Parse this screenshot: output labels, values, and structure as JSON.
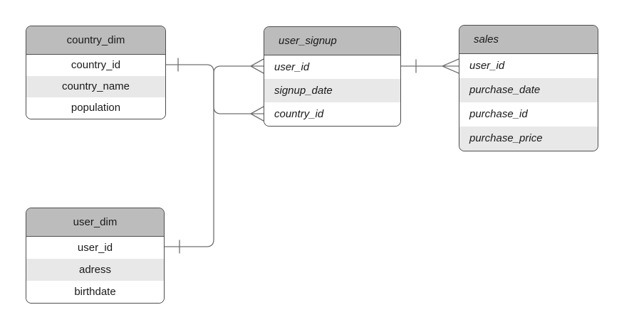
{
  "diagram": {
    "type": "entity-relationship",
    "tables": {
      "country_dim": {
        "title": "country_dim",
        "rows": [
          "country_id",
          "country_name",
          "population"
        ]
      },
      "user_signup": {
        "title": "user_signup",
        "rows": [
          "user_id",
          "signup_date",
          "country_id"
        ]
      },
      "sales": {
        "title": "sales",
        "rows": [
          "user_id",
          "purchase_date",
          "purchase_id",
          "purchase_price"
        ]
      },
      "user_dim": {
        "title": "user_dim",
        "rows": [
          "user_id",
          "adress",
          "birthdate"
        ]
      }
    },
    "relationships": [
      {
        "from": "country_dim.country_id",
        "to": "user_signup.country_id",
        "from_cardinality": "one",
        "to_cardinality": "many"
      },
      {
        "from": "user_dim.user_id",
        "to": "user_signup.user_id",
        "from_cardinality": "one",
        "to_cardinality": "many"
      },
      {
        "from": "user_signup.user_id",
        "to": "sales.user_id",
        "from_cardinality": "one",
        "to_cardinality": "many"
      }
    ],
    "colors": {
      "background": "#ffffff",
      "header_fill": "#bcbcbc",
      "row_alt_fill": "#e8e8e8",
      "row_fill": "#ffffff",
      "border": "#4d4d4d",
      "connector": "#707070",
      "text": "#1a1a1a"
    }
  }
}
